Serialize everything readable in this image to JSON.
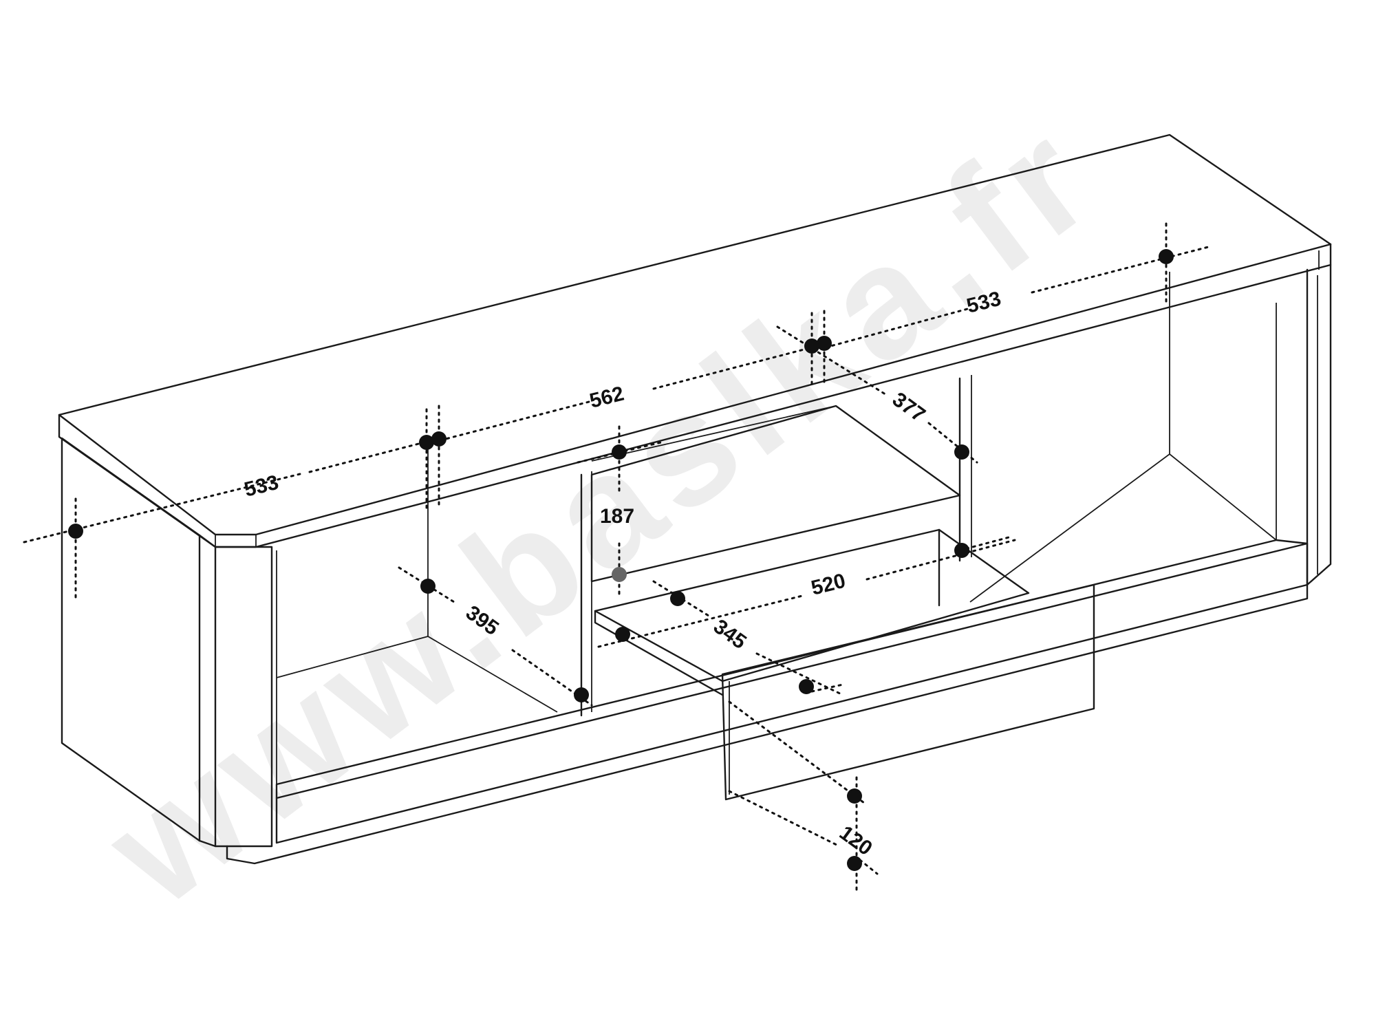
{
  "watermark": "www.baslka.fr",
  "dimensions": {
    "left_width": "533",
    "middle_width": "562",
    "right_width": "533",
    "right_depth": "377",
    "shelf_height": "187",
    "left_depth": "395",
    "drawer_width": "520",
    "drawer_depth": "345",
    "drawer_height": "120"
  }
}
